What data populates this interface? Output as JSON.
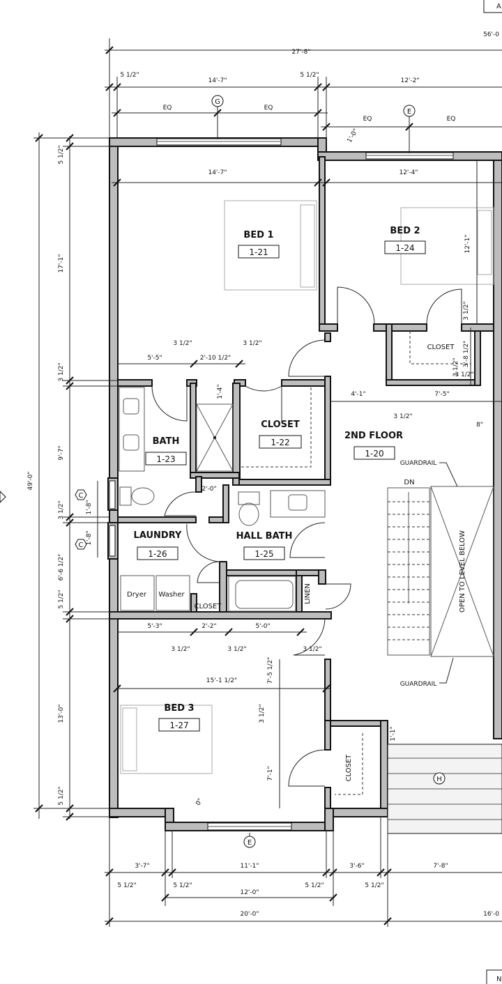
{
  "rooms": {
    "bed1": {
      "name": "BED 1",
      "tag": "1-21"
    },
    "bed2": {
      "name": "BED 2",
      "tag": "1-24"
    },
    "bath": {
      "name": "BATH",
      "tag": "1-23"
    },
    "closet": {
      "name": "CLOSET",
      "tag": "1-22"
    },
    "floor2": {
      "name": "2ND FLOOR",
      "tag": "1-20"
    },
    "laundry": {
      "name": "LAUNDRY",
      "tag": "1-26"
    },
    "hallbath": {
      "name": "HALL BATH",
      "tag": "1-25"
    },
    "bed3": {
      "name": "BED 3",
      "tag": "1-27"
    }
  },
  "labels": {
    "closet_bed2": "CLOSET",
    "closet_laundry": "CLOSET",
    "closet_bed3": "CLOSET",
    "linen": "LINEN",
    "dryer": "Dryer",
    "washer": "Washer",
    "dn": "DN",
    "guardrail_top": "GUARDRAIL",
    "guardrail_bottom": "GUARDRAIL",
    "open_below": "OPEN TO LEVEL BELOW"
  },
  "grid_markers": {
    "g": "G",
    "e_top": "E",
    "e_bottom": "E",
    "h": "H",
    "c1": "C",
    "c2": "C"
  },
  "dims": {
    "top_overall": "27'-8\"",
    "top_right_overall": "56'-0",
    "top_right_corner": "A",
    "t_5half_a": "5 1/2\"",
    "t_14_7": "14'-7\"",
    "t_5half_b": "5 1/2\"",
    "t_12_2": "12'-2\"",
    "eq1": "EQ",
    "eq2": "EQ",
    "eq3": "EQ",
    "eq4": "EQ",
    "t_1_0": "1'-0\"",
    "bed1_width": "14'-7\"",
    "bed2_width": "12'-4\"",
    "bed2_depth": "12'-1\"",
    "d_3half_a": "3 1/2\"",
    "d_3half_b": "3 1/2\"",
    "d_5_5": "5'-5\"",
    "d_2_10half": "2'-10 1/2\"",
    "d_1_4": "1'-4\"",
    "d_3half_c": "3 1/2\"",
    "d_3_8half": "3'-8 1/2\"",
    "d_3half_d": "3 1/2\"",
    "d_3half_e": "3 1/2\"",
    "d_4_1": "4'-1\"",
    "d_7_5": "7'-5\"",
    "d_3half_f": "3 1/2\"",
    "d_8": "8\"",
    "d_2_0": "2'-0\"",
    "d_1_8a": "1'-8\"",
    "d_1_8b": "1'-8\"",
    "d_5_3": "5'-3\"",
    "d_2_2": "2'-2\"",
    "d_5_0": "5'-0\"",
    "d_3half_g": "3 1/2\"",
    "d_3half_h": "3 1/2\"",
    "d_3half_i": "3 1/2\"",
    "d_7_5half": "7'-5 1/2\"",
    "d_15_1half": "15'-1 1/2\"",
    "d_3half_j": "3 1/2\"",
    "d_7_1": "7'-1\"",
    "d_1_1": "1'-1\"",
    "d_0": "0\"",
    "l_49_0": "49'-0\"",
    "l_5half_a": "5 1/2\"",
    "l_17_1": "17'-1\"",
    "l_3half_a": "3 1/2\"",
    "l_9_7": "9'-7\"",
    "l_3half_b": "3 1/2\"",
    "l_6_6half": "6'-6 1/2\"",
    "l_5half_b": "5 1/2\"",
    "l_13_0": "13'-0\"",
    "l_5half_c": "5 1/2\"",
    "b_3_7": "3'-7\"",
    "b_11_1": "11'-1\"",
    "b_3_6": "3'-6\"",
    "b_7_8": "7'-8\"",
    "b_5half_a": "5 1/2\"",
    "b_5half_b": "5 1/2\"",
    "b_5half_c": "5 1/2\"",
    "b_5half_d": "5 1/2\"",
    "b_12_0": "12'-0\"",
    "b_20_0": "20'-0\"",
    "b_16_0": "16'-0",
    "bottom_right_corner": "N"
  }
}
